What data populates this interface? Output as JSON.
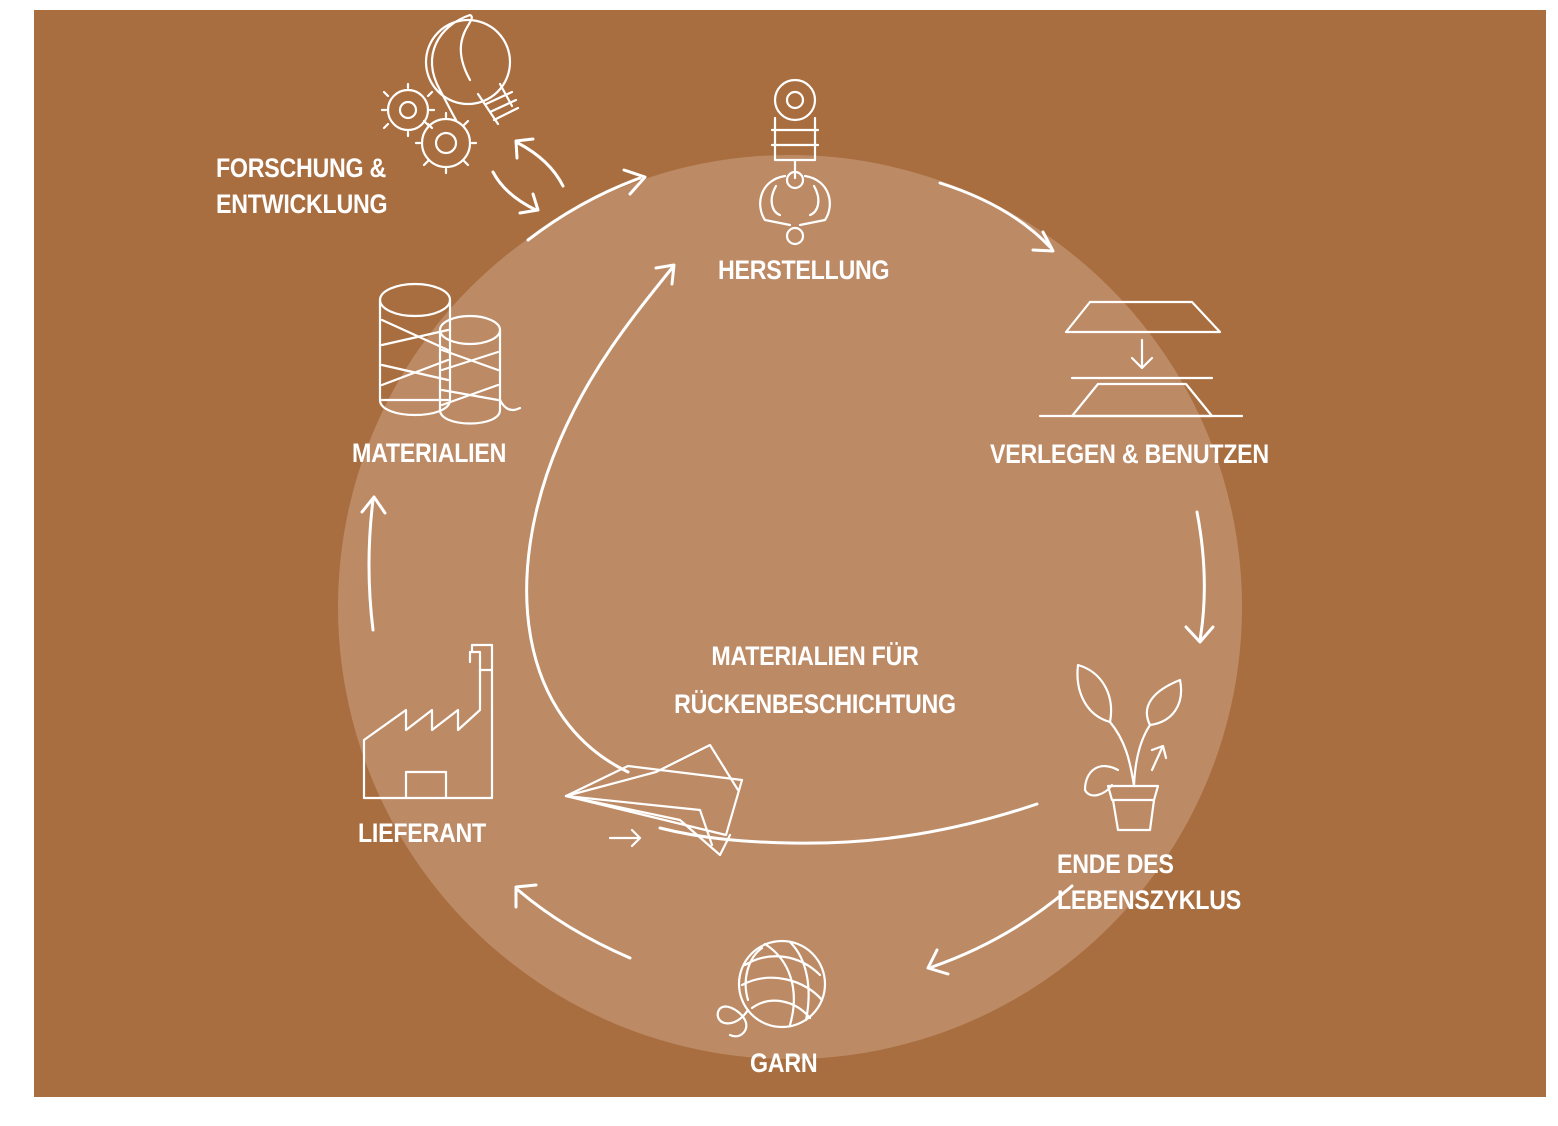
{
  "colors": {
    "background": "#a96e40",
    "disc": "#bc8a65",
    "stroke": "#ffffff"
  },
  "stages": {
    "forschung": {
      "line1": "FORSCHUNG &",
      "line2": "ENTWICKLUNG",
      "icon": "lightbulb-gears-icon"
    },
    "herstellung": {
      "label": "HERSTELLUNG",
      "icon": "robot-gripper-icon"
    },
    "verlegen": {
      "label": "VERLEGEN & BENUTZEN",
      "icon": "carpet-tile-install-icon"
    },
    "ende": {
      "line1": "ENDE DES",
      "line2": "LEBENSZYKLUS",
      "icon": "potted-plant-icon"
    },
    "garn": {
      "label": "GARN",
      "icon": "yarn-ball-icon"
    },
    "lieferant": {
      "label": "LIEFERANT",
      "icon": "factory-icon"
    },
    "materialien": {
      "label": "MATERIALIEN",
      "icon": "thread-spools-icon"
    },
    "rueckseite": {
      "line1": "MATERIALIEN FÜR",
      "line2": "RÜCKENBESCHICHTUNG",
      "icon": "backing-sheets-icon"
    }
  }
}
